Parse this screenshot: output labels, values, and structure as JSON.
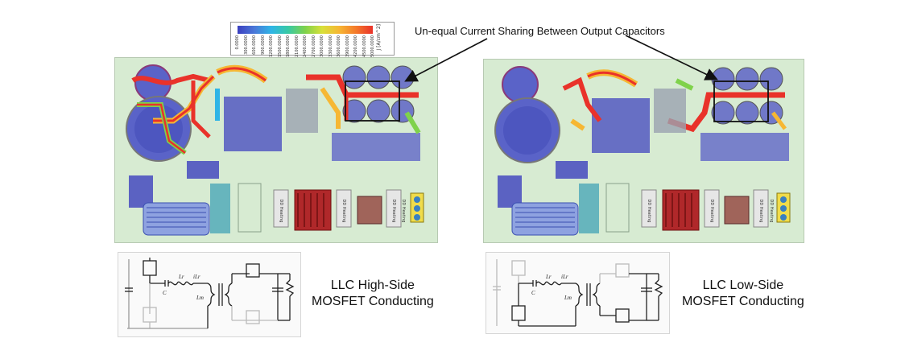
{
  "annotation": "Un-equal Current Sharing Between Output Capacitors",
  "legend": {
    "unit": "J [A/cm^2]",
    "ticks": [
      "0.0000",
      "300.0000",
      "600.0000",
      "900.0000",
      "1200.0000",
      "1500.0000",
      "1800.0000",
      "2100.0000",
      "2400.0000",
      "2700.0000",
      "3000.0000",
      "3300.0000",
      "3600.0000",
      "3900.0000",
      "4200.0000",
      "4500.0000",
      "5000.0000"
    ]
  },
  "boards": [
    {
      "id": "high-side",
      "labels": [
        "DD Heating",
        "DD Heating",
        "DD Heating",
        "DD Heating"
      ]
    },
    {
      "id": "low-side",
      "labels": [
        "DD Heating",
        "DD Heating",
        "DD Heating",
        "DD Heating"
      ]
    }
  ],
  "schematic_labels": {
    "cap": "C",
    "lr": "Lr",
    "ir": "iLr",
    "lm": "Lm"
  },
  "captions": {
    "left_line1": "LLC High-Side",
    "left_line2": "MOSFET Conducting",
    "right_line1": "LLC Low-Side",
    "right_line2": "MOSFET Conducting"
  },
  "colors": {
    "board": "#d7ebd2",
    "hot": "#e9322a",
    "warm": "#f6b733",
    "mid": "#7fd24b",
    "cool": "#2fb5e6",
    "cold": "#4a4fbf"
  }
}
